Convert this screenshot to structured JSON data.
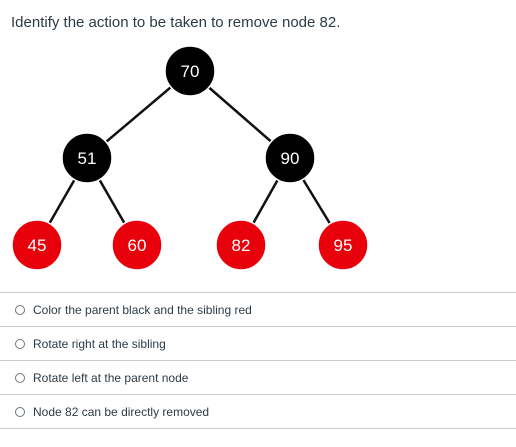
{
  "question": {
    "text": "Identify the action to be taken to remove node 82."
  },
  "tree": {
    "nodes": [
      {
        "id": "70",
        "label": "70",
        "color": "black",
        "fill": "#000000"
      },
      {
        "id": "51",
        "label": "51",
        "color": "black",
        "fill": "#000000"
      },
      {
        "id": "90",
        "label": "90",
        "color": "black",
        "fill": "#000000"
      },
      {
        "id": "45",
        "label": "45",
        "color": "red",
        "fill": "#e8000b"
      },
      {
        "id": "60",
        "label": "60",
        "color": "red",
        "fill": "#e8000b"
      },
      {
        "id": "82",
        "label": "82",
        "color": "red",
        "fill": "#e8000b"
      },
      {
        "id": "95",
        "label": "95",
        "color": "red",
        "fill": "#e8000b"
      }
    ],
    "edges": [
      [
        "70",
        "51"
      ],
      [
        "70",
        "90"
      ],
      [
        "51",
        "45"
      ],
      [
        "51",
        "60"
      ],
      [
        "90",
        "82"
      ],
      [
        "90",
        "95"
      ]
    ]
  },
  "answers": [
    {
      "label": "Color the parent black and the sibling red"
    },
    {
      "label": "Rotate right at the sibling"
    },
    {
      "label": "Rotate left at the parent node"
    },
    {
      "label": "Node 82 can be directly removed"
    }
  ]
}
